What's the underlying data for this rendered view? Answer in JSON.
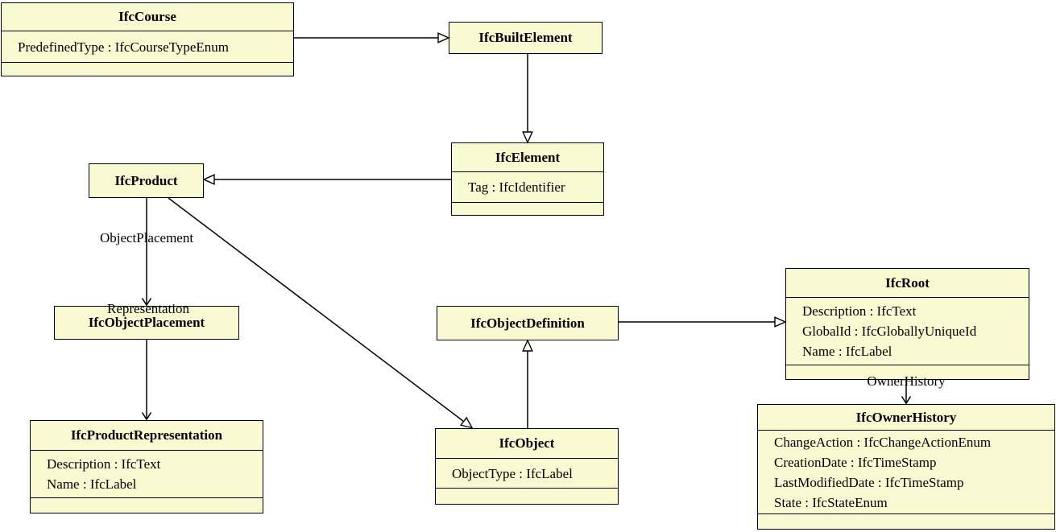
{
  "diagram": {
    "type": "uml-class-diagram",
    "background": "#ffffff",
    "box_fill": "#FAFAD2",
    "border_color": "#000000",
    "line_color": "#000000"
  },
  "classes": {
    "ifc_course": {
      "title": "IfcCourse",
      "attributes": [
        "PredefinedType : IfcCourseTypeEnum"
      ]
    },
    "ifc_built_element": {
      "title": "IfcBuiltElement",
      "attributes": []
    },
    "ifc_element": {
      "title": "IfcElement",
      "attributes": [
        "Tag : IfcIdentifier"
      ]
    },
    "ifc_product": {
      "title": "IfcProduct",
      "attributes": []
    },
    "ifc_object_placement": {
      "title": "IfcObjectPlacement",
      "attributes": []
    },
    "ifc_product_representation": {
      "title": "IfcProductRepresentation",
      "attributes": [
        "Description : IfcText",
        "Name : IfcLabel"
      ]
    },
    "ifc_object_definition": {
      "title": "IfcObjectDefinition",
      "attributes": []
    },
    "ifc_object": {
      "title": "IfcObject",
      "attributes": [
        "ObjectType : IfcLabel"
      ]
    },
    "ifc_root": {
      "title": "IfcRoot",
      "attributes": [
        "Description : IfcText",
        "GlobalId : IfcGloballyUniqueId",
        "Name : IfcLabel"
      ]
    },
    "ifc_owner_history": {
      "title": "IfcOwnerHistory",
      "attributes": [
        "ChangeAction : IfcChangeActionEnum",
        "CreationDate : IfcTimeStamp",
        "LastModifiedDate : IfcTimeStamp",
        "State : IfcStateEnum"
      ]
    }
  },
  "edge_labels": {
    "object_placement": "ObjectPlacement",
    "representation": "Representation",
    "owner_history": "OwnerHistory"
  },
  "relations": [
    {
      "from": "IfcCourse",
      "to": "IfcBuiltElement",
      "kind": "inheritance"
    },
    {
      "from": "IfcBuiltElement",
      "to": "IfcElement",
      "kind": "inheritance"
    },
    {
      "from": "IfcElement",
      "to": "IfcProduct",
      "kind": "inheritance"
    },
    {
      "from": "IfcProduct",
      "to": "IfcObjectPlacement",
      "kind": "association",
      "label": "ObjectPlacement"
    },
    {
      "from": "IfcProduct",
      "to": "IfcProductRepresentation",
      "kind": "association",
      "label": "Representation"
    },
    {
      "from": "IfcProduct",
      "to": "IfcObject",
      "kind": "inheritance"
    },
    {
      "from": "IfcObject",
      "to": "IfcObjectDefinition",
      "kind": "inheritance"
    },
    {
      "from": "IfcObjectDefinition",
      "to": "IfcRoot",
      "kind": "inheritance"
    },
    {
      "from": "IfcRoot",
      "to": "IfcOwnerHistory",
      "kind": "association",
      "label": "OwnerHistory"
    }
  ]
}
